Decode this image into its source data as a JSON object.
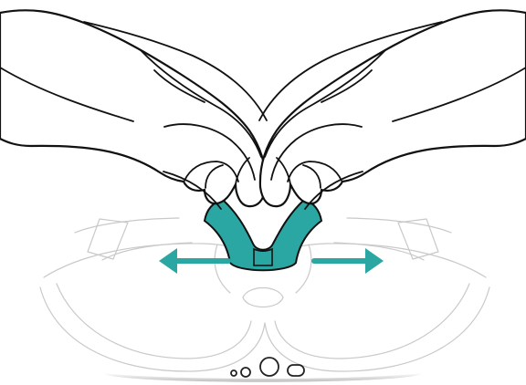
{
  "figure": {
    "accent_color": "#2aa7a3",
    "subject": [
      "left-hand",
      "right-hand",
      "nose-pad",
      "headset-frame",
      "left-arrow",
      "right-arrow"
    ],
    "icons": {
      "left_arrow": "arrow-left-icon",
      "right_arrow": "arrow-right-icon"
    }
  }
}
